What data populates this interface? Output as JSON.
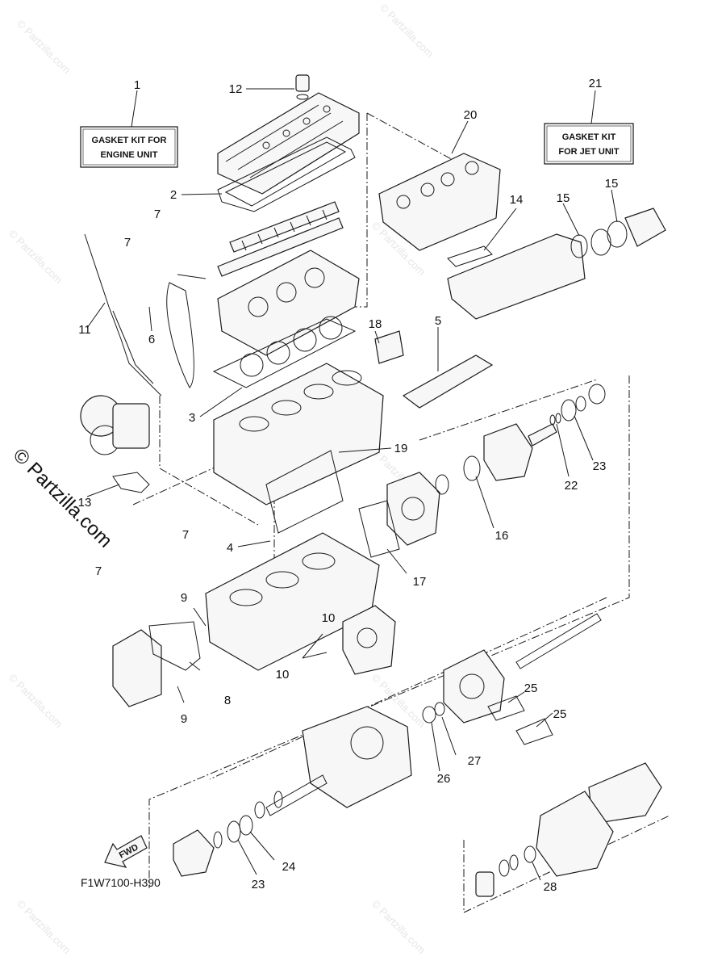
{
  "watermark": {
    "text": "© Partzilla.com",
    "side_text": "© Partzilla.com"
  },
  "kits": {
    "engine": {
      "line1": "GASKET KIT FOR",
      "line2": "ENGINE UNIT"
    },
    "jet": {
      "line1": "GASKET KIT",
      "line2": "FOR JET UNIT"
    }
  },
  "labels": {
    "l1": "1",
    "l2": "2",
    "l3": "3",
    "l4": "4",
    "l5": "5",
    "l6": "6",
    "l7a": "7",
    "l7b": "7",
    "l7c": "7",
    "l7d": "7",
    "l8": "8",
    "l9a": "9",
    "l9b": "9",
    "l10a": "10",
    "l10b": "10",
    "l11": "11",
    "l12": "12",
    "l13": "13",
    "l14": "14",
    "l15a": "15",
    "l15b": "15",
    "l16": "16",
    "l17": "17",
    "l18": "18",
    "l19": "19",
    "l20": "20",
    "l21": "21",
    "l22": "22",
    "l23a": "23",
    "l23b": "23",
    "l24": "24",
    "l25a": "25",
    "l25b": "25",
    "l26": "26",
    "l27": "27",
    "l28": "28"
  },
  "fwd_label": "FWD",
  "diagram_code": "F1W7100-H390"
}
